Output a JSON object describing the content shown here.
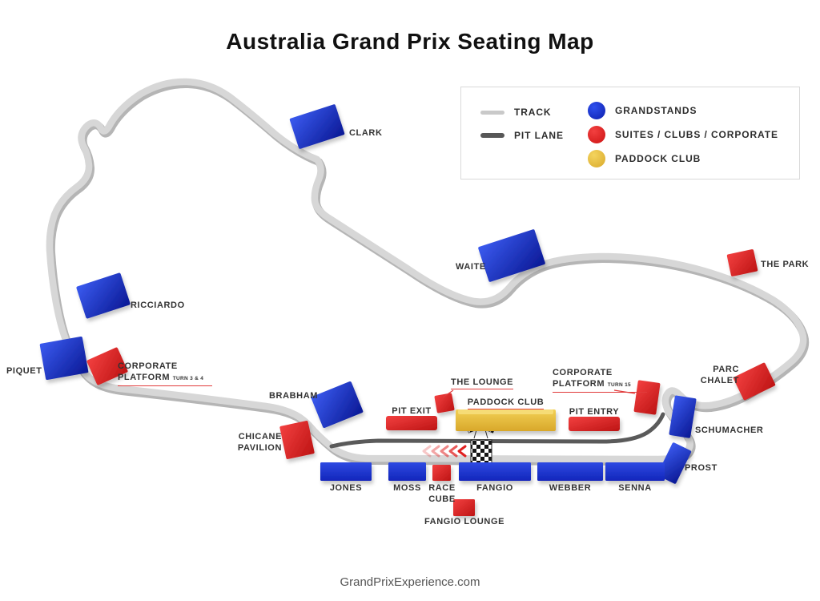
{
  "title": "Australia Grand Prix Seating Map",
  "footer": "GrandPrixExperience.com",
  "legend": {
    "track_label": "TRACK",
    "pit_lane_label": "PIT LANE",
    "grandstands_label": "GRANDSTANDS",
    "suites_label": "SUITES / CLUBS / CORPORATE",
    "paddock_club_label": "PADDOCK CLUB"
  },
  "colors": {
    "grandstand_blue": "#1c2fd1",
    "suite_red": "#e02222",
    "paddock_gold": "#eec43e",
    "track_gray": "#d6d6d6",
    "pit_lane_gray": "#5a5a5a"
  },
  "stands": {
    "clark": "CLARK",
    "waite": "WAITE",
    "ricciardo": "RICCIARDO",
    "piquet": "PIQUET",
    "brabham": "BRABHAM",
    "schumacher": "SCHUMACHER",
    "prost": "PROST",
    "jones": "JONES",
    "moss": "MOSS",
    "fangio": "FANGIO",
    "webber": "WEBBER",
    "senna": "SENNA"
  },
  "suites": {
    "the_park": "THE PARK",
    "corporate_platform_turn34": "CORPORATE PLATFORM",
    "corporate_platform_turn34_note": "TURN 3 & 4",
    "chicane_pavilion": "CHICANE PAVILION",
    "the_lounge": "THE LOUNGE",
    "pit_exit": "PIT EXIT",
    "pit_entry": "PIT ENTRY",
    "corporate_platform_turn15": "CORPORATE PLATFORM",
    "corporate_platform_turn15_note": "TURN 15",
    "parc_chalet": "PARC CHALET",
    "race_cube": "RACE CUBE",
    "fangio_lounge": "FANGIO LOUNGE"
  },
  "paddock": {
    "paddock_club": "PADDOCK CLUB"
  }
}
